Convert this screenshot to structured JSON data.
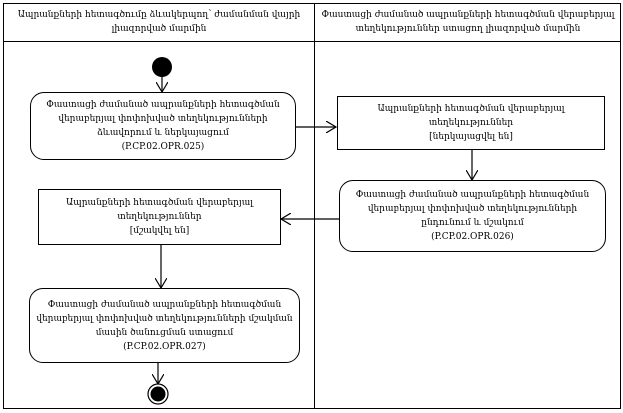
{
  "swimlanes": [
    {
      "title": "Ապրանքների հետագծումը ձևակերպող՝ ժամանման վայրի լիազորված մարմին"
    },
    {
      "title": "Փաստացի ժամանած ապրանքների հետագծման վերաբերյալ տեղեկություններ ստացող լիազորված մարմին"
    }
  ],
  "nodes": {
    "opr025": {
      "text": "Փաստացի ժամանած ապրանքների հետագծման վերաբերյալ փոփոխված տեղեկությունների ձևավորում և ներկայացում",
      "code": "(P.CP.02.OPR.025)"
    },
    "obj_submitted": {
      "text": "Ապրանքների հետագծման վերաբերյալ տեղեկություններ",
      "state": "[ներկայացվել են]"
    },
    "opr026": {
      "text": "Փաստացի ժամանած ապրանքների հետագծման վերաբերյալ փոփոխված տեղեկությունների ընդունում և մշակում",
      "code": "(P.CP.02.OPR.026)"
    },
    "obj_processed": {
      "text": "Ապրանքների հետագծման վերաբերյալ տեղեկություններ",
      "state": "[մշակվել են]"
    },
    "opr027": {
      "text": "Փաստացի ժամանած ապրանքների հետագծման վերաբերյալ փոփոխված տեղեկությունների մշակման մասին ծանուցման ստացում",
      "code": "(P.CP.02.OPR.027)"
    }
  }
}
